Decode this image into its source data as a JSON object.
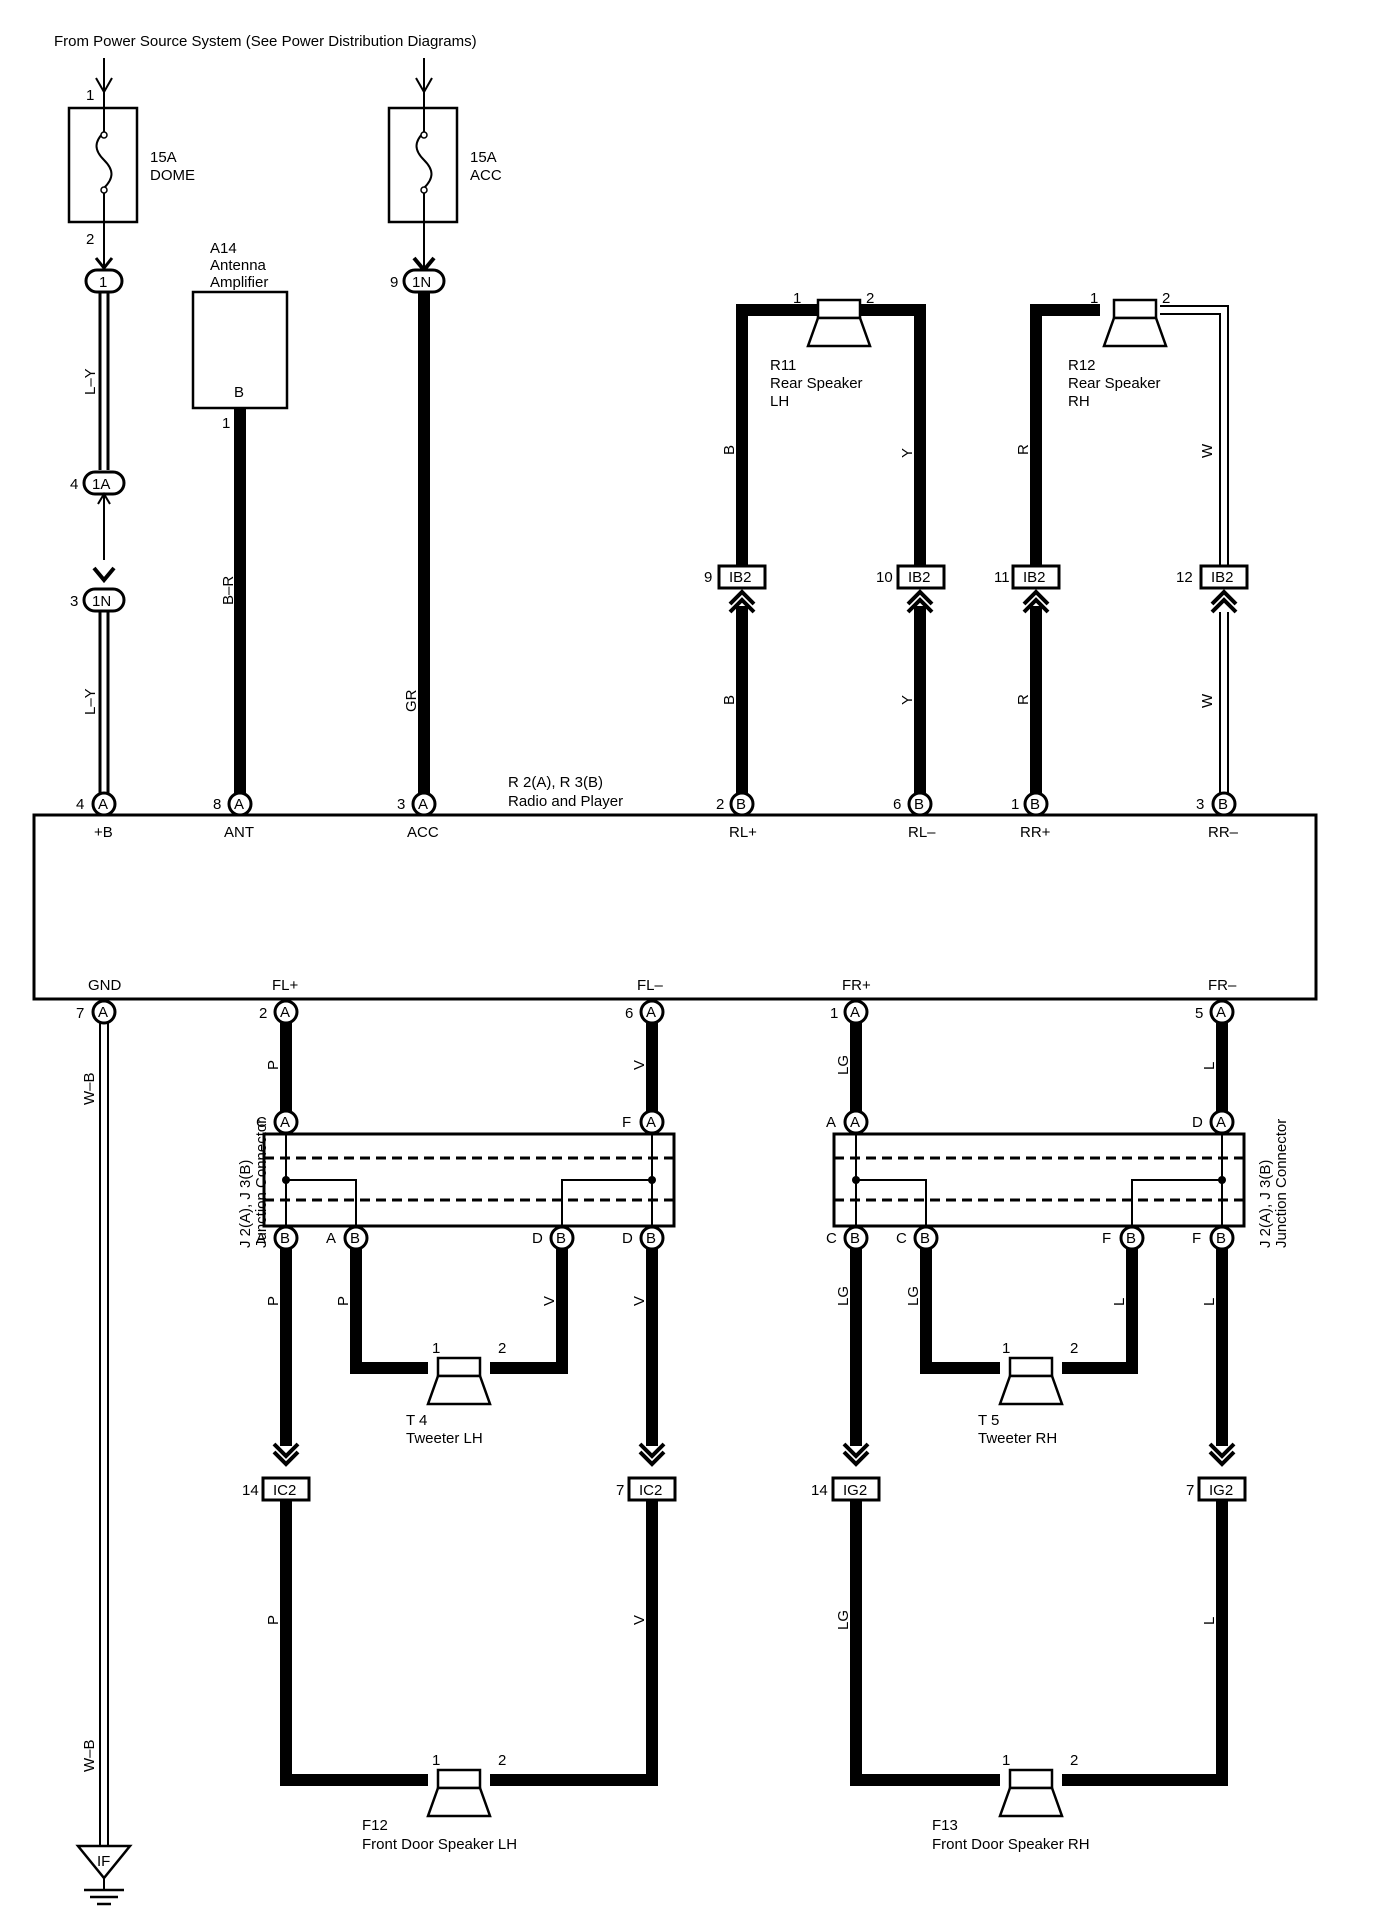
{
  "header": "From Power Source System (See Power Distribution Diagrams)",
  "fuses": [
    {
      "amp": "15A",
      "name": "DOME",
      "pin_in": "1",
      "pin_out": "2"
    },
    {
      "amp": "15A",
      "name": "ACC"
    }
  ],
  "antenna": {
    "code": "A14",
    "name_line1": "Antenna",
    "name_line2": "Amplifier",
    "terminal": "B",
    "pin": "1"
  },
  "connectors": {
    "c1": {
      "label": "1",
      "pin": "1"
    },
    "c1a": {
      "label": "1A",
      "pin": "4"
    },
    "c1n_left": {
      "label": "1N",
      "pin": "3"
    },
    "c1n_acc": {
      "label": "1N",
      "pin": "9"
    }
  },
  "radio": {
    "code": "R 2(A), R 3(B)",
    "name": "Radio and Player",
    "top_terminals": [
      {
        "pin": "4",
        "conn": "A",
        "label": "+B"
      },
      {
        "pin": "8",
        "conn": "A",
        "label": "ANT"
      },
      {
        "pin": "3",
        "conn": "A",
        "label": "ACC"
      },
      {
        "pin": "2",
        "conn": "B",
        "label": "RL+"
      },
      {
        "pin": "6",
        "conn": "B",
        "label": "RL–"
      },
      {
        "pin": "1",
        "conn": "B",
        "label": "RR+"
      },
      {
        "pin": "3",
        "conn": "B",
        "label": "RR–"
      }
    ],
    "bottom_terminals": [
      {
        "pin": "7",
        "conn": "A",
        "label": "GND"
      },
      {
        "pin": "2",
        "conn": "A",
        "label": "FL+"
      },
      {
        "pin": "6",
        "conn": "A",
        "label": "FL–"
      },
      {
        "pin": "1",
        "conn": "A",
        "label": "FR+"
      },
      {
        "pin": "5",
        "conn": "A",
        "label": "FR–"
      }
    ]
  },
  "rear_speakers": [
    {
      "code": "R11",
      "line1": "Rear Speaker",
      "line2": "LH",
      "pin1": "1",
      "pin2": "2"
    },
    {
      "code": "R12",
      "line1": "Rear Speaker",
      "line2": "RH",
      "pin1": "1",
      "pin2": "2"
    }
  ],
  "ib2": [
    {
      "pin": "9",
      "label": "IB2"
    },
    {
      "pin": "10",
      "label": "IB2"
    },
    {
      "pin": "11",
      "label": "IB2"
    },
    {
      "pin": "12",
      "label": "IB2"
    }
  ],
  "wire_colors": {
    "ly": "L–Y",
    "br": "B–R",
    "gr": "GR",
    "b": "B",
    "y": "Y",
    "r": "R",
    "w": "W",
    "wb": "W–B",
    "p": "P",
    "v": "V",
    "lg": "LG",
    "l": "L"
  },
  "junction": {
    "left_label": "J 2(A), J 3(B)",
    "right_label": "J 2(A), J 3(B)",
    "sub": "Junction Connector",
    "left_top": [
      {
        "letter": "C",
        "conn": "A"
      },
      {
        "letter": "F",
        "conn": "A"
      }
    ],
    "left_bottom": [
      {
        "letter": "A",
        "conn": "B"
      },
      {
        "letter": "A",
        "conn": "B"
      },
      {
        "letter": "D",
        "conn": "B"
      },
      {
        "letter": "D",
        "conn": "B"
      }
    ],
    "right_top": [
      {
        "letter": "A",
        "conn": "A"
      },
      {
        "letter": "D",
        "conn": "A"
      }
    ],
    "right_bottom": [
      {
        "letter": "C",
        "conn": "B"
      },
      {
        "letter": "C",
        "conn": "B"
      },
      {
        "letter": "F",
        "conn": "B"
      },
      {
        "letter": "F",
        "conn": "B"
      }
    ]
  },
  "tweeters": [
    {
      "code": "T 4",
      "name": "Tweeter LH",
      "pin1": "1",
      "pin2": "2"
    },
    {
      "code": "T 5",
      "name": "Tweeter RH",
      "pin1": "1",
      "pin2": "2"
    }
  ],
  "lower_connectors": [
    {
      "pin": "14",
      "label": "IC2"
    },
    {
      "pin": "7",
      "label": "IC2"
    },
    {
      "pin": "14",
      "label": "IG2"
    },
    {
      "pin": "7",
      "label": "IG2"
    }
  ],
  "front_speakers": [
    {
      "code": "F12",
      "name": "Front Door Speaker LH",
      "pin1": "1",
      "pin2": "2"
    },
    {
      "code": "F13",
      "name": "Front Door Speaker RH",
      "pin1": "1",
      "pin2": "2"
    }
  ],
  "ground": {
    "label": "IF"
  }
}
